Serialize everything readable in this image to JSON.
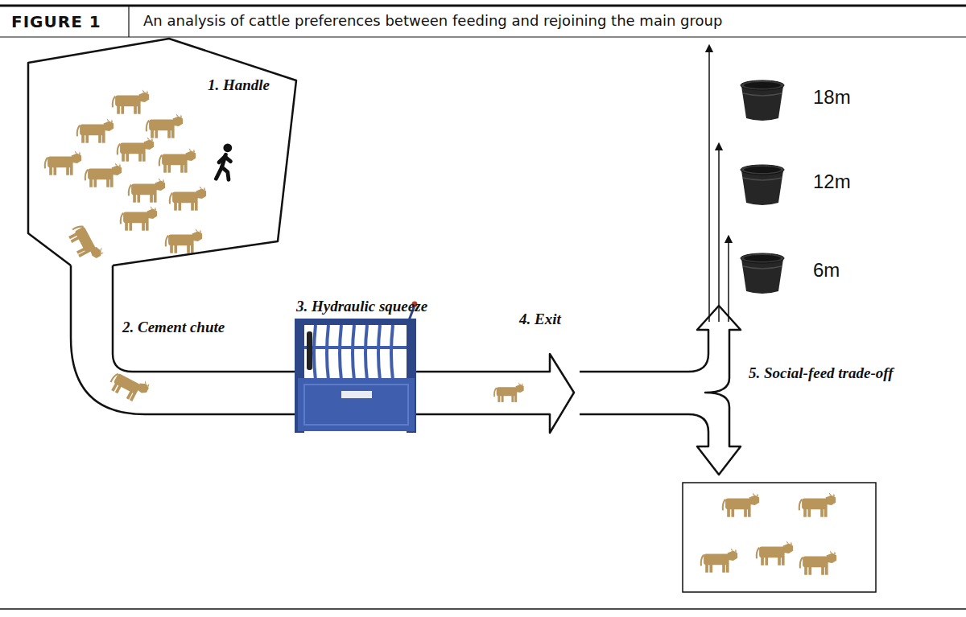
{
  "diagram": {
    "title": "An analysis of cattle preferences between feeding and rejoining the main group",
    "nodes": [
      {
        "text": [
          "1. Handle"
        ]
      },
      {
        "text": [
          "3. Hydraulic squeeze"
        ]
      },
      {
        "text": [
          "18m"
        ]
      },
      {
        "text": [
          "12m"
        ]
      },
      {
        "text": [
          "6m"
        ]
      }
    ],
    "labels": [
      "FIGURE 1",
      "2. Cement chute",
      "4. Exit",
      "5. Social-feed trade-off"
    ]
  }
}
